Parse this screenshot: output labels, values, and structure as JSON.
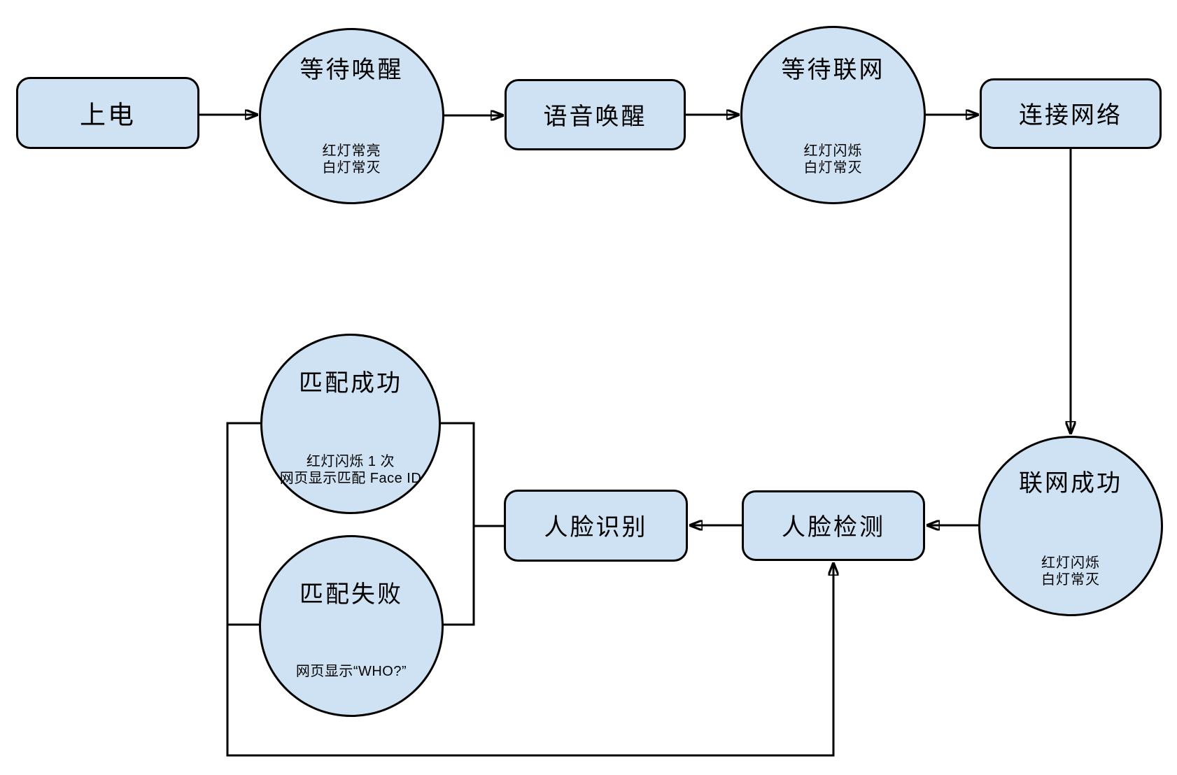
{
  "colors": {
    "node_fill": "#cfe2f3",
    "stroke": "#000000",
    "background": "#ffffff"
  },
  "nodes": {
    "power_on": {
      "label": "上电"
    },
    "wait_wake": {
      "label": "等待唤醒",
      "notes": [
        "红灯常亮",
        "白灯常灭"
      ]
    },
    "voice_wake": {
      "label": "语音唤醒"
    },
    "wait_network": {
      "label": "等待联网",
      "notes": [
        "红灯闪烁",
        "白灯常灭"
      ]
    },
    "connect_network": {
      "label": "连接网络"
    },
    "network_success": {
      "label": "联网成功",
      "notes": [
        "红灯闪烁",
        "白灯常灭"
      ]
    },
    "face_detect": {
      "label": "人脸检测"
    },
    "face_recognize": {
      "label": "人脸识别"
    },
    "match_success": {
      "label": "匹配成功",
      "notes": [
        "红灯闪烁 1 次",
        "网页显示匹配 Face ID"
      ]
    },
    "match_fail": {
      "label": "匹配失败",
      "notes": [
        "网页显示“WHO?”"
      ]
    }
  }
}
